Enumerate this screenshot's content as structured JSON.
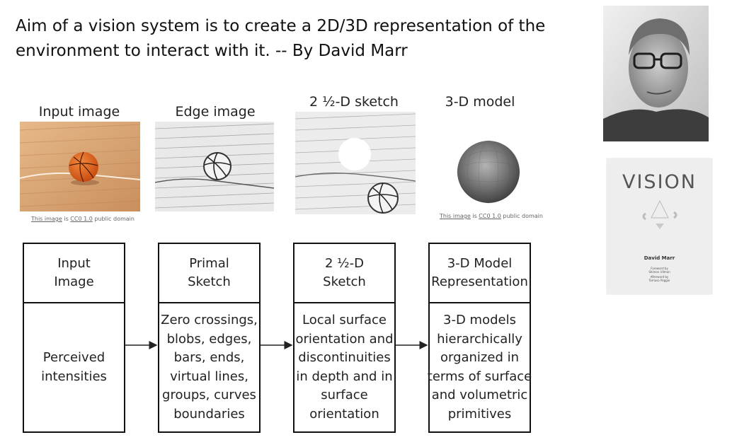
{
  "heading": {
    "line1": "Aim of a vision system is to create a 2D/3D representation of the",
    "line2": "environment to interact with it. -- By David Marr"
  },
  "stages": [
    {
      "title": "Input image"
    },
    {
      "title": "Edge image"
    },
    {
      "title": "2 ½-D sketch"
    },
    {
      "title": "3-D model"
    }
  ],
  "credits": {
    "left": {
      "a": "This image",
      "b": " is ",
      "c": "CC0 1.0",
      "d": " public domain"
    },
    "right": {
      "a": "This image",
      "b": " is ",
      "c": "CC0 1.0",
      "d": " public domain"
    }
  },
  "pipeline": [
    {
      "head": [
        "Input",
        "Image"
      ],
      "body": [
        "Perceived",
        "intensities"
      ]
    },
    {
      "head": [
        "Primal",
        "Sketch"
      ],
      "body": [
        "Zero crossings,",
        "blobs, edges,",
        "bars, ends,",
        "virtual lines,",
        "groups, curves",
        "boundaries"
      ]
    },
    {
      "head": [
        "2 ½-D",
        "Sketch"
      ],
      "body": [
        "Local surface",
        "orientation and",
        "discontinuities",
        "in depth and in",
        "surface",
        "orientation"
      ]
    },
    {
      "head": [
        "3-D Model",
        "Representation"
      ],
      "body": [
        "3-D models",
        "hierarchically",
        "organized in",
        "terms of surface",
        "and volumetric",
        "primitives"
      ]
    }
  ],
  "book": {
    "title": "VISION",
    "author": "David Marr",
    "foreword": "Foreword by",
    "foreword_name": "Shimon Ullman",
    "afterword": "Afterword by",
    "afterword_name": "Tomaso Poggio"
  }
}
